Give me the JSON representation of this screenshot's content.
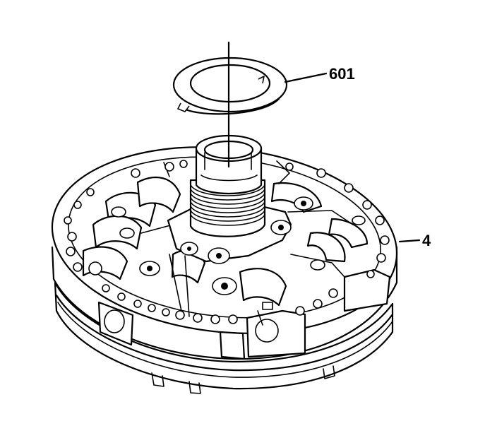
{
  "callouts": [
    {
      "id": "601",
      "label": "601"
    },
    {
      "id": "4",
      "label": "4"
    }
  ],
  "colors": {
    "line": "#000000",
    "background": "#ffffff"
  }
}
